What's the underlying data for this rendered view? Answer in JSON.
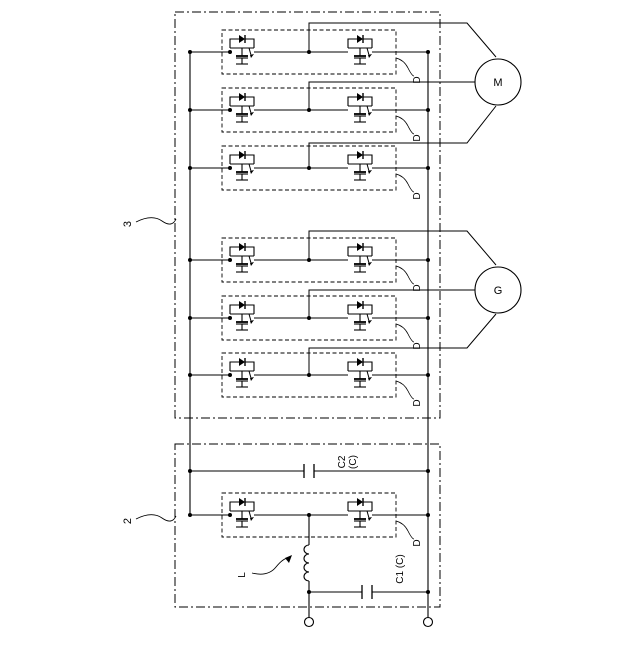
{
  "labels": {
    "block_3": "3",
    "block_2": "2",
    "motor": "M",
    "generator": "G",
    "module": "D",
    "cap_c2": "C2",
    "cap_c2_sub": "(C)",
    "cap_c1": "C1 (C)",
    "inductor": "L"
  },
  "colors": {
    "line": "#000000",
    "background": "#ffffff"
  }
}
